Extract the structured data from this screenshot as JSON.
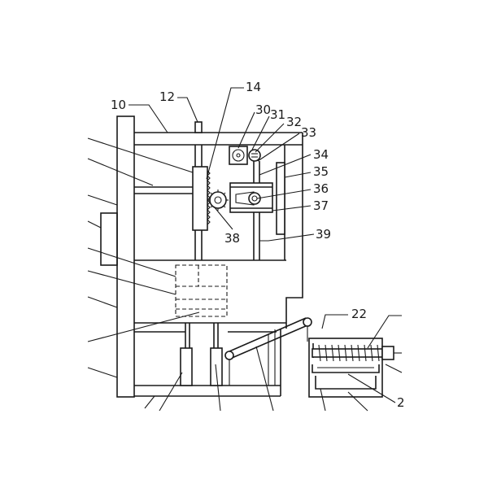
{
  "labels": {
    "n10": "10",
    "n12": "12",
    "n14": "14",
    "n30": "30",
    "n31": "31",
    "n32": "32",
    "n33": "33",
    "n34": "34",
    "n35": "35",
    "n36": "36",
    "n37": "37",
    "n38": "38",
    "n39": "39",
    "n22": "22",
    "n2_cut": "2"
  }
}
